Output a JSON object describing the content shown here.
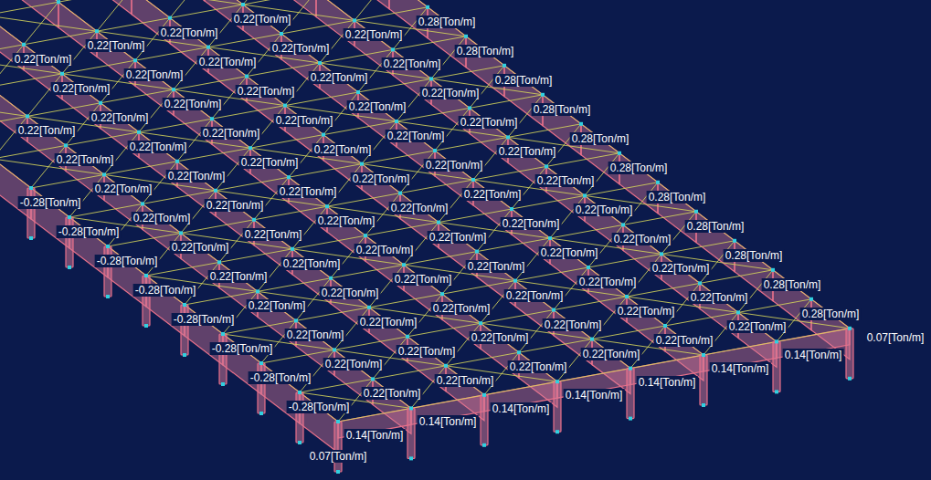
{
  "diagram": {
    "labels": [
      "-0.28[Ton/m]",
      "-0.28[Ton/m]",
      "-0.28[Ton/m]",
      "-0.28[Ton/m]",
      "-0.28[Ton/m]",
      "-0.28[Ton/m]",
      "-0.28[Ton/m]",
      "-0.28[Ton/m]",
      "0.22[Ton/m]",
      "0.22[Ton/m]",
      "0.22[Ton/m]",
      "0.22[Ton/m]",
      "0.22[Ton/m]",
      "0.22[Ton/m]",
      "0.22[Ton/m]",
      "0.22[Ton/m]",
      "0.22[Ton/m]",
      "0.22[Ton/m]",
      "0.22[Ton/m]",
      "0.22[Ton/m]",
      "0.22[Ton/m]",
      "0.22[Ton/m]",
      "0.22[Ton/m]",
      "0.22[Ton/m]",
      "0.22[Ton/m]",
      "0.22[Ton/m]",
      "0.22[Ton/m]",
      "0.22[Ton/m]",
      "0.22[Ton/m]",
      "0.22[Ton/m]",
      "0.22[Ton/m]",
      "0.22[Ton/m]",
      "0.22[Ton/m]",
      "0.22[Ton/m]",
      "0.22[Ton/m]",
      "0.22[Ton/m]",
      "0.22[Ton/m]",
      "0.22[Ton/m]",
      "0.22[Ton/m]",
      "0.22[Ton/m]",
      "0.22[Ton/m]",
      "0.22[Ton/m]",
      "0.22[Ton/m]",
      "0.22[Ton/m]",
      "0.22[Ton/m]",
      "0.22[Ton/m]",
      "0.22[Ton/m]",
      "0.22[Ton/m]",
      "0.22[Ton/m]",
      "0.22[Ton/m]",
      "0.22[Ton/m]",
      "0.22[Ton/m]",
      "0.22[Ton/m]",
      "0.22[Ton/m]",
      "0.22[Ton/m]",
      "0.22[Ton/m]",
      "0.22[Ton/m]",
      "0.22[Ton/m]",
      "0.22[Ton/m]",
      "0.22[Ton/m]",
      "0.22[Ton/m]",
      "0.22[Ton/m]",
      "0.22[Ton/m]",
      "0.22[Ton/m]",
      "0.22[Ton/m]",
      "0.22[Ton/m]",
      "0.22[Ton/m]",
      "0.22[Ton/m]",
      "0.22[Ton/m]",
      "0.22[Ton/m]",
      "0.22[Ton/m]",
      "0.22[Ton/m]",
      "0.22[Ton/m]",
      "0.22[Ton/m]",
      "0.22[Ton/m]",
      "0.22[Ton/m]",
      "0.22[Ton/m]",
      "0.28[Ton/m]",
      "0.28[Ton/m]",
      "0.28[Ton/m]",
      "0.28[Ton/m]",
      "0.28[Ton/m]",
      "0.28[Ton/m]",
      "0.28[Ton/m]",
      "0.28[Ton/m]",
      "0.28[Ton/m]",
      "0.28[Ton/m]",
      "0.28[Ton/m]",
      "0.14[Ton/m]",
      "0.14[Ton/m]",
      "0.14[Ton/m]",
      "0.14[Ton/m]",
      "0.14[Ton/m]",
      "0.14[Ton/m]",
      "0.14[Ton/m]",
      "0.07[Ton/m]",
      "0.07[Ton/m]"
    ]
  }
}
